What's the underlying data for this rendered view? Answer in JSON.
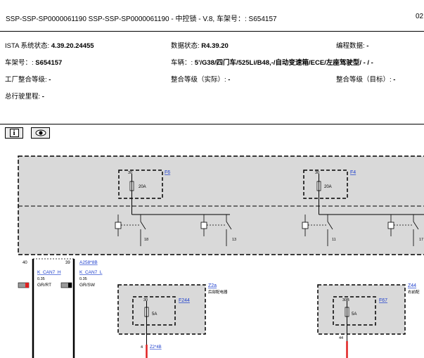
{
  "header": {
    "title": "SSP-SSP-SP0000061190 SSP-SSP-SP0000061190 - 中控锁 - V.8, 车架号：: S654157",
    "title_right": "02"
  },
  "info": {
    "ista_label": "ISTA 系统状态: ",
    "ista_value": "4.39.20.24455",
    "data_label": "数据状态: ",
    "data_value": "R4.39.20",
    "prog_label": "编程数据: ",
    "prog_value": "-",
    "vin_label": "车架号：: ",
    "vin_value": "S654157",
    "vehicle_label": "车辆：: ",
    "vehicle_value": "5'/G38/四门车/525Li/B48,-/自动变速箱/ECE/左座驾驶型/ - / -",
    "factory_label": "工厂整合等级: ",
    "factory_value": "-",
    "actual_label": "整合等级（实际）: ",
    "actual_value": "-",
    "target_label": "整合等级（目标）: ",
    "target_value": "-",
    "mileage_label": "总行驶里程: ",
    "mileage_value": "-"
  },
  "toolbar": {
    "info_glyph": "i",
    "view_icon": "eye-icon"
  },
  "diagram": {
    "fuse_f6": "F6",
    "fuse_f4": "F4",
    "f6_pin": "30",
    "f6_amp": "20A",
    "f4_pin": "30",
    "f4_amp": "20A",
    "relay_pins": [
      "18",
      "13",
      "11",
      "17"
    ],
    "pin40": "40",
    "pin39": "39",
    "conn_a258": "A258*8B",
    "wire1_name": "K_CAN7_H",
    "wire1_size": "0.35",
    "wire1_color": "GR/RT",
    "wire2_name": "K_CAN7_L",
    "wire2_size": "0.35",
    "wire2_color": "GR/SW",
    "z2a": "Z2a",
    "z2a_desc": "后部配电器",
    "f244": "F244",
    "f244_pin": "30",
    "f244_amp": "5A",
    "z44": "Z44",
    "z44_desc": "右前配",
    "f67": "F67",
    "f67_pin": "30B",
    "f67_amp": "5A",
    "pin44": "44",
    "pin4": "4",
    "conn_z2": "Z2*4B",
    "colors": {
      "link": "#1a3ccc",
      "red_wire": "#e02020",
      "box_fill": "#d9d9d9"
    }
  }
}
